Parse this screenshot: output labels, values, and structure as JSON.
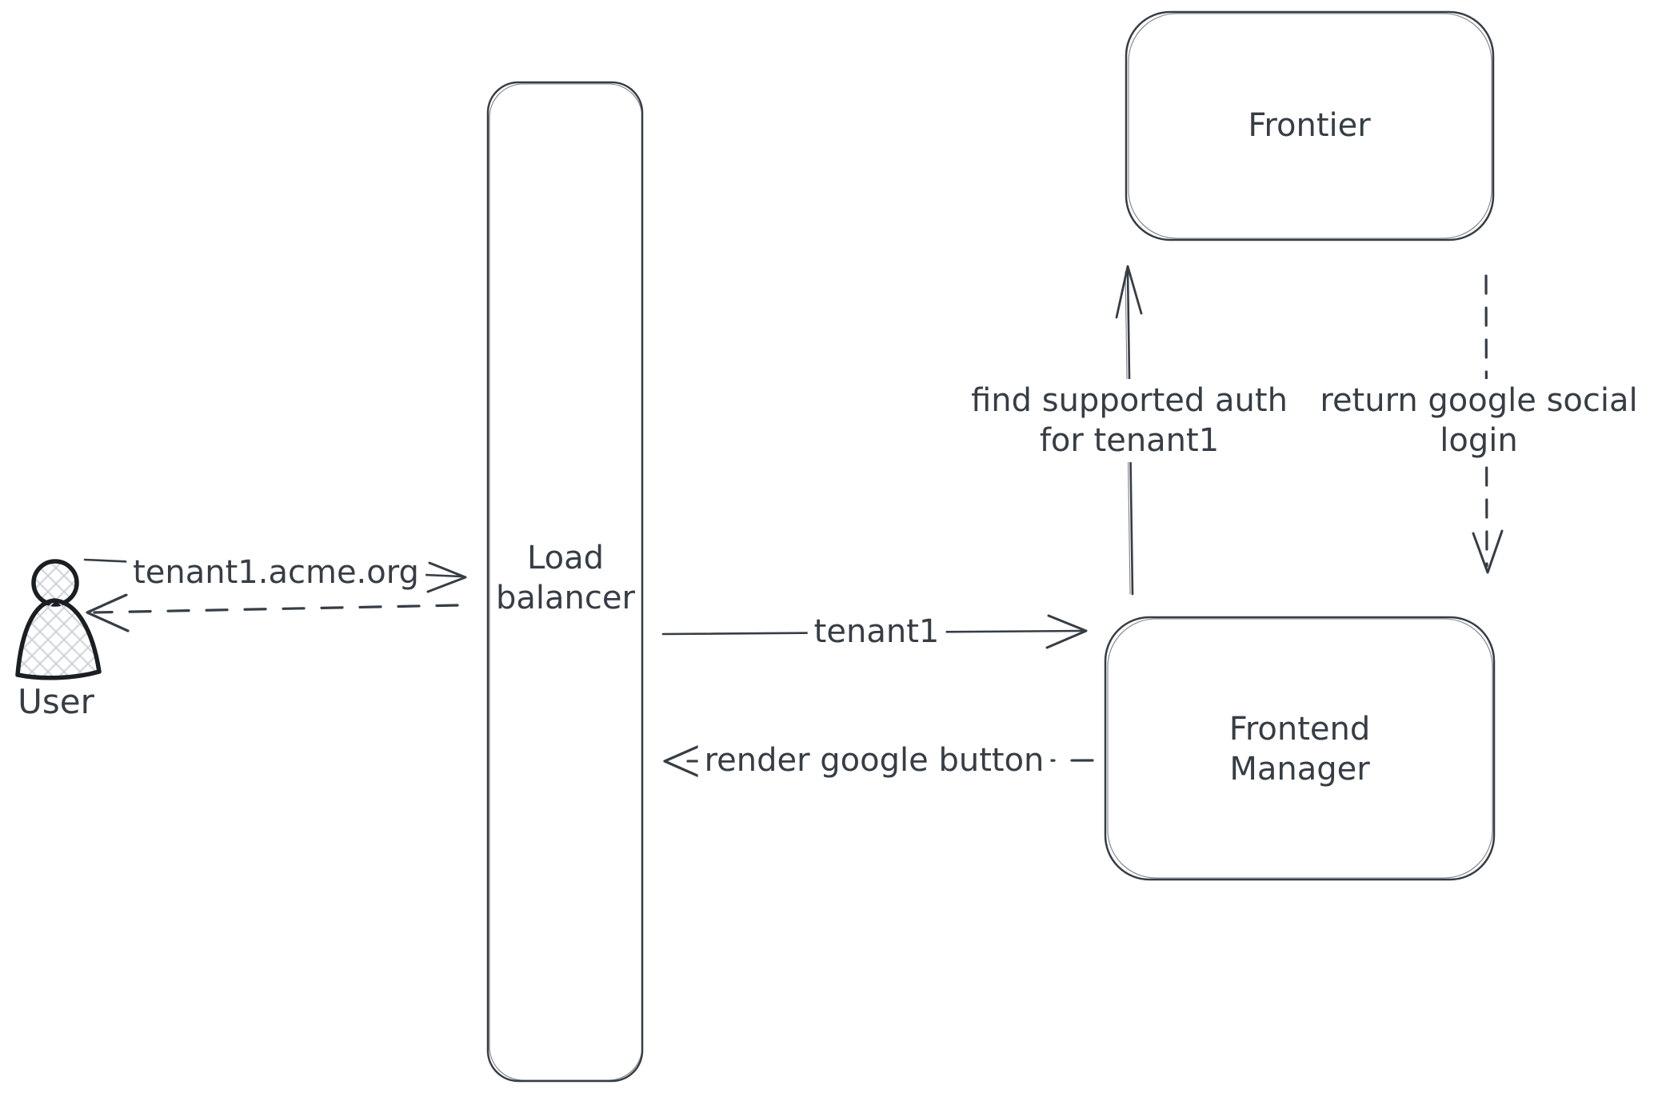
{
  "diagram": {
    "actors": {
      "user": {
        "label": "User"
      },
      "load_balancer": {
        "line1": "Load",
        "line2": "balancer"
      },
      "frontier": {
        "label": "Frontier"
      },
      "frontend_manager": {
        "line1": "Frontend",
        "line2": "Manager"
      }
    },
    "messages": {
      "tenant1_acme_org": {
        "label": "tenant1.acme.org",
        "from": "User",
        "to": "Load balancer",
        "style": "solid"
      },
      "lb_reply_to_user": {
        "label": "",
        "from": "Load balancer",
        "to": "User",
        "style": "dashed"
      },
      "tenant1": {
        "label": "tenant1",
        "from": "Load balancer",
        "to": "Frontend Manager",
        "style": "solid"
      },
      "render_google_button": {
        "label": "render google button",
        "from": "Frontend Manager",
        "to": "Load balancer",
        "style": "dashed"
      },
      "find_supported_auth": {
        "line1": "find supported auth",
        "line2": "for tenant1",
        "from": "Frontend Manager",
        "to": "Frontier",
        "style": "solid"
      },
      "return_google_social": {
        "line1": "return google social",
        "line2": "login",
        "from": "Frontier",
        "to": "Frontend Manager",
        "style": "dashed"
      }
    },
    "colors": {
      "stroke": "#363d45",
      "figure_stroke": "#1b1e22",
      "hatch_fill": "#ccd3db",
      "canvas_background": "#ffffff"
    }
  }
}
